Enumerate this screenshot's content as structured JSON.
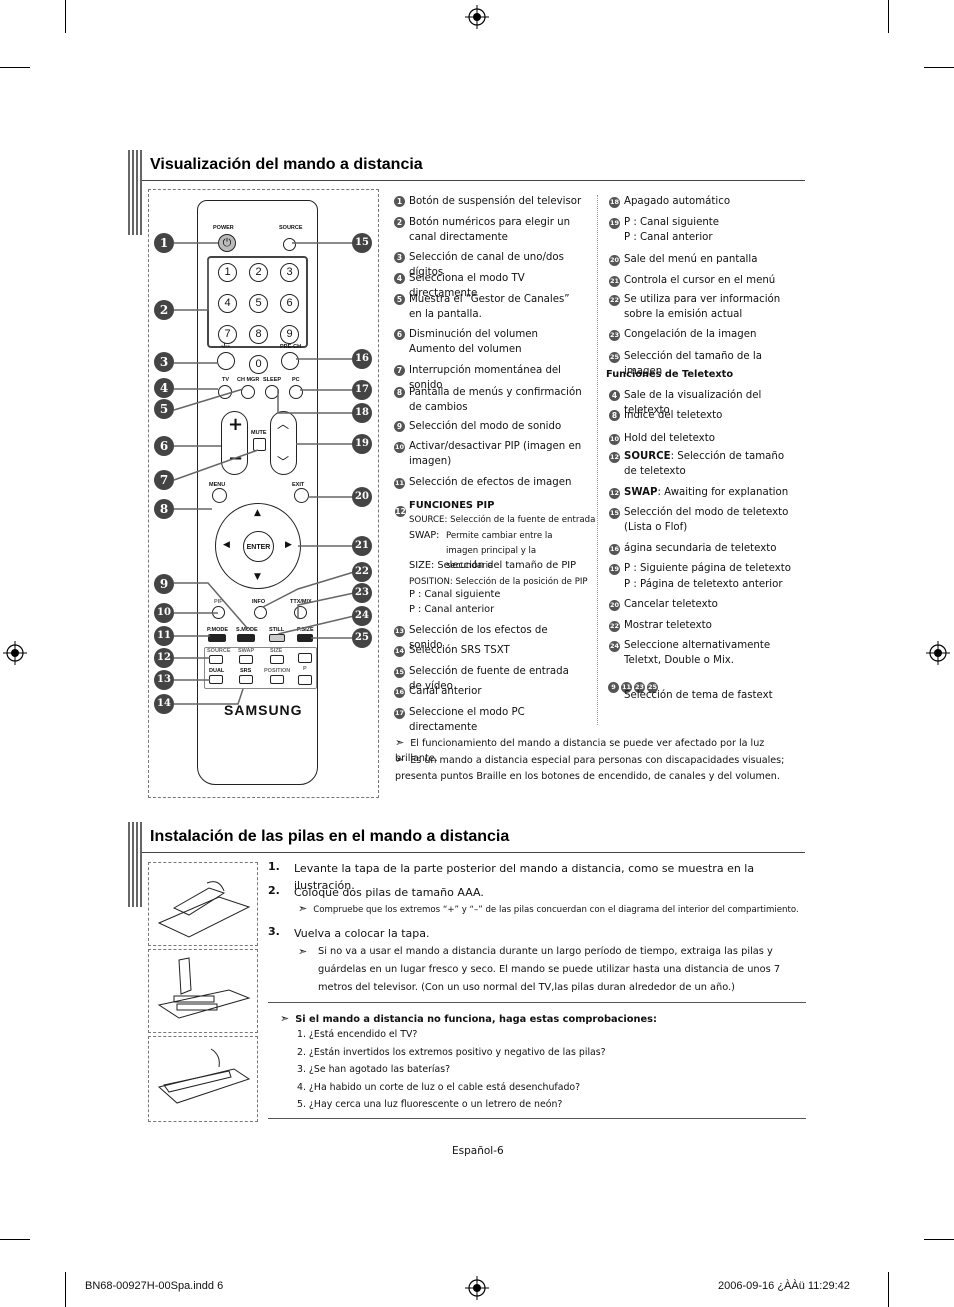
{
  "section1_title": "Visualización del mando a distancia",
  "section2_title": "Instalación de las pilas en el mando a distancia",
  "remote": {
    "power": "POWER",
    "source": "SOURCE",
    "prech": "PRE-CH",
    "tv": "TV",
    "chmgr": "CH MGR",
    "sleep": "SLEEP",
    "pc": "PC",
    "mute": "MUTE",
    "menu": "MENU",
    "exit": "EXIT",
    "enter": "ENTER",
    "pip": "PIP",
    "info": "INFO",
    "ttxmix": "TTX/MIX",
    "pmode": "P.MODE",
    "smode": "S.MODE",
    "still": "STILL",
    "psize": "P.SIZE",
    "source2": "SOURCE",
    "swap": "SWAP",
    "size": "SIZE",
    "dual": "DUAL",
    "srs": "SRS",
    "position": "POSITION",
    "p": "P",
    "brand": "SAMSUNG",
    "digits": [
      "1",
      "2",
      "3",
      "4",
      "5",
      "6",
      "7",
      "8",
      "9",
      "0"
    ],
    "dash": "-/--"
  },
  "callouts_left": [
    "1",
    "2",
    "3",
    "4",
    "5",
    "6",
    "7",
    "8",
    "9",
    "10",
    "11",
    "12",
    "13",
    "14"
  ],
  "callouts_right": [
    "15",
    "16",
    "17",
    "18",
    "19",
    "20",
    "21",
    "22",
    "23",
    "24",
    "25"
  ],
  "col1": [
    {
      "n": "1",
      "t": "Botón de suspensión del televisor"
    },
    {
      "n": "2",
      "t": "Botón numéricos para elegir un canal directamente"
    },
    {
      "n": "3",
      "t": "Selección de canal de uno/dos dígitos"
    },
    {
      "n": "4",
      "t": "Selecciona el modo TV directamente"
    },
    {
      "n": "5",
      "t": "Muestra el “Gestor de Canales” en la pantalla."
    },
    {
      "n": "6",
      "t": "Disminución del volumen"
    },
    {
      "n": "",
      "t": "Aumento del volumen"
    },
    {
      "n": "7",
      "t": "Interrupción momentánea del sonido"
    },
    {
      "n": "8",
      "t": "Pantalla de menús y confirmación de cambios"
    },
    {
      "n": "9",
      "t": "Selección del modo de sonido"
    },
    {
      "n": "10",
      "t": "Activar/desactivar PIP (imagen en imagen)"
    },
    {
      "n": "11",
      "t": "Selección de efectos de imagen"
    },
    {
      "n": "12",
      "t": "FUNCIONES PIP"
    }
  ],
  "pip": {
    "source": "SOURCE: Selección de la fuente de entrada",
    "swap_k": "SWAP:",
    "swap_v": "Permite cambiar entre la imagen principal y la secundaria",
    "size": "SIZE: Selección del tamaño de PIP",
    "position": "POSITION: Selección de la posición de PIP",
    "p_up": "P : Canal siguiente",
    "p_down": "P : Canal anterior"
  },
  "col1b": [
    {
      "n": "13",
      "t": "Selección de los efectos de sonido"
    },
    {
      "n": "14",
      "t": "Selección SRS TSXT"
    },
    {
      "n": "15",
      "t": "Selección de fuente de entrada de vídeo"
    },
    {
      "n": "16",
      "t": "Canal anterior"
    },
    {
      "n": "17",
      "t": "Seleccione el modo PC directamente"
    }
  ],
  "col2": [
    {
      "n": "18",
      "t": "Apagado automático"
    },
    {
      "n": "19",
      "t": "P : Canal siguiente"
    },
    {
      "n": "",
      "t": "P : Canal anterior"
    },
    {
      "n": "20",
      "t": "Sale del menú en pantalla"
    },
    {
      "n": "21",
      "t": "Controla el cursor en el menú"
    },
    {
      "n": "22",
      "t": "Se utiliza para ver información sobre la emisión actual"
    },
    {
      "n": "23",
      "t": "Congelación de la imagen"
    },
    {
      "n": "25",
      "t": "Selección del tamaño de la imagen"
    }
  ],
  "teletext_heading": "Funciones de Teletexto",
  "col2b": [
    {
      "n": "4",
      "t": "Sale de la visualización del teletexto"
    },
    {
      "n": "8",
      "t": "Índice del teletexto"
    },
    {
      "n": "10",
      "t": "Hold del teletexto"
    },
    {
      "n": "12",
      "b": "SOURCE",
      "t": ": Selección de tamaño de teletexto"
    },
    {
      "n": "12",
      "b": "SWAP",
      "t": ": Awaiting for explanation"
    },
    {
      "n": "15",
      "t": "Selección del modo de teletexto (Lista o Flof)"
    },
    {
      "n": "16",
      "t": " ágina secundaria de teletexto"
    },
    {
      "n": "19",
      "t": "P : Siguiente página de teletexto"
    },
    {
      "n": "",
      "t": "P : Página de teletexto anterior"
    },
    {
      "n": "20",
      "t": "Cancelar teletexto"
    },
    {
      "n": "22",
      "t": "Mostrar teletexto"
    },
    {
      "n": "24",
      "t": "Seleccione alternativamente Teletxt, Double o Mix."
    }
  ],
  "fastext_nums": [
    "9",
    "11",
    "23",
    "25"
  ],
  "fastext_text": "Selección de tema de fastext",
  "notes1": [
    "El funcionamiento del mando a distancia se puede ver afectado por la luz brillante.",
    "Es un mando a distancia especial para personas con discapacidades visuales; presenta puntos Braille en los botones de encendido, de canales y del volumen."
  ],
  "steps": [
    {
      "n": "1.",
      "t": "Levante la tapa de la parte posterior del mando a distancia, como se muestra en la ilustración."
    },
    {
      "n": "2.",
      "t": "Coloque dos pilas de tamaño AAA."
    },
    {
      "n": "3.",
      "t": "Vuelva a colocar la tapa."
    }
  ],
  "step2_note": "Compruebe que los extremos “+” y “–” de las pilas concuerdan con el diagrama del interior del compartimiento.",
  "step3_note": "Si no va a usar el mando a distancia durante un largo período de tiempo, extraiga las pilas y guárdelas en un lugar fresco y seco. El mando se puede utilizar hasta una distancia de unos 7 metros del televisor. (Con un uso normal del TV,las pilas duran alrededor de un año.)",
  "check_title": "Si el mando a distancia no funciona, haga estas comprobaciones:",
  "checks": [
    "1. ¿Está encendido el TV?",
    "2. ¿Están invertidos los extremos positivo y negativo de las pilas?",
    "3. ¿Se han agotado las baterías?",
    "4. ¿Ha habido un corte de luz o el cable está desenchufado?",
    "5. ¿Hay cerca una luz fluorescente o un letrero de neón?"
  ],
  "page_label": "Español-6",
  "footer_left": "BN68-00927H-00Spa.indd   6",
  "footer_right": "2006-09-16   ¿ÀÀü 11:29:42"
}
